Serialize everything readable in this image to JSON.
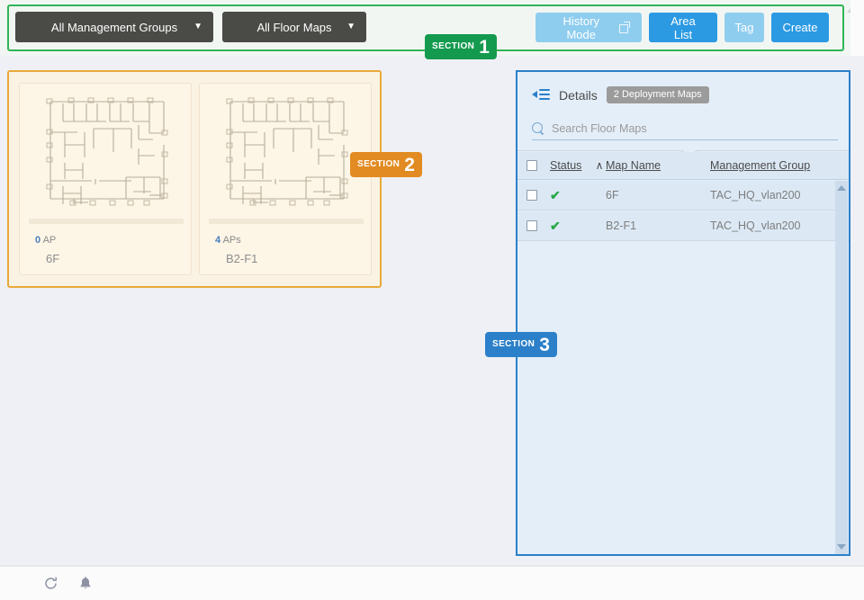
{
  "toolbar": {
    "management_group_dropdown": {
      "label": "All Management Groups",
      "caret": "▼"
    },
    "floor_map_dropdown": {
      "label": "All Floor Maps",
      "caret": "▼"
    },
    "history_mode_button": "History Mode",
    "area_list_button": "Area List",
    "tag_button": "Tag",
    "create_button": "Create"
  },
  "sections": [
    {
      "word": "SECTION",
      "number": "1",
      "color": "#139a4e"
    },
    {
      "word": "SECTION",
      "number": "2",
      "color": "#e28b22"
    },
    {
      "word": "SECTION",
      "number": "3",
      "color": "#2b80c9"
    }
  ],
  "map_cards": [
    {
      "ap_count": "0",
      "ap_unit": "AP",
      "name": "6F"
    },
    {
      "ap_count": "4",
      "ap_unit": "APs",
      "name": "B2-F1"
    }
  ],
  "details_panel": {
    "title": "Details",
    "badge": "2 Deployment Maps",
    "search_placeholder": "Search Floor Maps",
    "search_value": "",
    "sort_caret": "∧",
    "columns": {
      "status": "Status",
      "map_name": "Map Name",
      "management_group": "Management Group"
    },
    "rows": [
      {
        "status": "✔",
        "map_name": "6F",
        "management_group": "TAC_HQ_vlan200"
      },
      {
        "status": "✔",
        "map_name": "B2-F1",
        "management_group": "TAC_HQ_vlan200"
      }
    ]
  },
  "status_bar": {
    "refresh_icon": "refresh-icon",
    "notification_icon": "bell-icon"
  },
  "colors": {
    "section1_green": "#139a4e",
    "section2_orange": "#e28b22",
    "section3_blue": "#2b80c9",
    "primary_blue": "#2b9ae3",
    "light_blue": "#8fcdef",
    "dropdown_dark": "#4a4a46",
    "check_green": "#2aa84a",
    "page_background": "#eff0f5"
  }
}
